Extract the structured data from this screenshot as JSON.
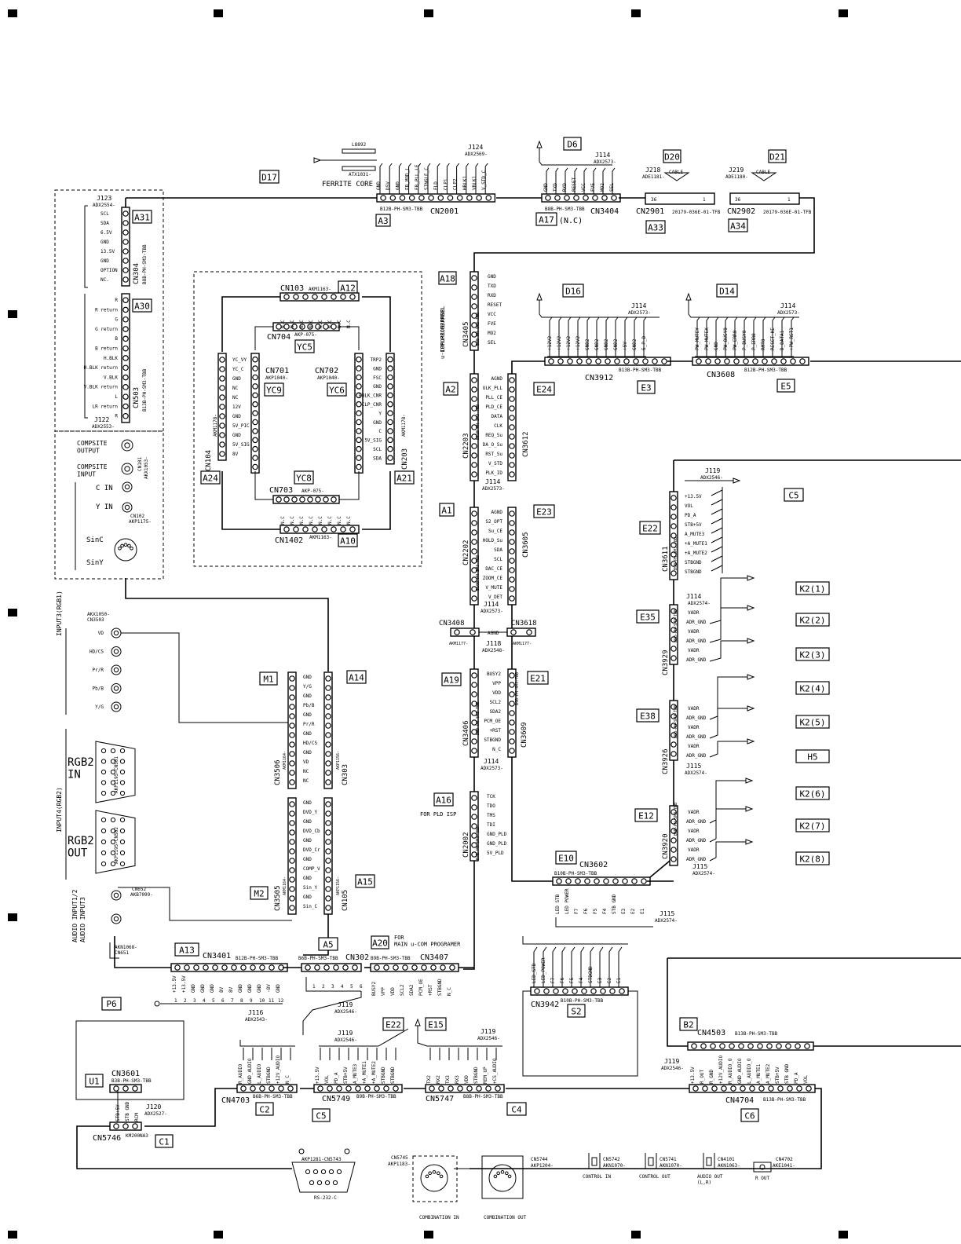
{
  "corner_marks": 14,
  "top": {
    "d17": "D17",
    "l8892": "L8892",
    "ferrite_code": "ATX1031-",
    "ferrite_label": "FERRITE CORE",
    "j124": "J124",
    "j124_part": "ADX2569-",
    "a3": "A3",
    "cn2001": "CN2001",
    "cn2001_type": "B12B-PH-SM3-TBB",
    "cn2001_sigs": [
      "GND",
      "D5V",
      "GND",
      "FB_MOD_L",
      "FB_PLL_LE",
      "SINGLE_C",
      "FLD",
      "CLP1",
      "CLP2",
      "HBLK1",
      "VBLK1",
      "V_STD_C"
    ],
    "d6": "D6",
    "j114_d6": "J114",
    "j114_d6_part": "ADX2573-",
    "d6_sigs": [
      "GND",
      "TXD",
      "RXD",
      "RESET",
      "VCC",
      "FVE",
      "MO2",
      "SEL"
    ],
    "cn3404": "CN3404",
    "cn3404_type": "B8B-PH-SM3-TBB",
    "a17": "A17",
    "a17_nc": "(N.C)",
    "d20": "D20",
    "d21": "D21",
    "j218": "J218",
    "j218_part": "ADE1181-",
    "j219": "J219",
    "j219_part": "ADE1180-",
    "cable": "CABLE",
    "pin36": "36",
    "pin1": "1",
    "cn2901": "CN2901",
    "cn2902": "CN2902",
    "cn29_type": "20179-036E-01-TFB",
    "a33": "A33",
    "a34": "A34"
  },
  "left": {
    "j123": "J123",
    "j123_part": "ADX2554-",
    "a31": "A31",
    "cn304": "CN304",
    "cn304_type": "B8B-PH-SM3-TBB",
    "a31_sigs": [
      "SCL",
      "SDA",
      "6.5V",
      "GND",
      "13.5V",
      "GND",
      "OPTION",
      "NC."
    ],
    "a30": "A30",
    "cn503": "CN503",
    "cn503_type": "B13B-PH-SM3-TBB",
    "a30_sigs": [
      "R",
      "R return",
      "G",
      "G return",
      "B",
      "B return",
      "H.BLK",
      "H.BLK return",
      "V.BLK",
      "V.BLK return",
      "L",
      "LR return",
      "R"
    ],
    "j122": "J122",
    "j122_part": "ADX2553-",
    "compsite_output": "COMPSITE\nOUTPUT",
    "compsite_input": "COMPSITE\nINPUT",
    "c_in": "C IN",
    "y_in": "Y IN",
    "cn101": "CN101",
    "cn101_part": "AKX1053-",
    "cn102": "CN102",
    "cn102_part": "AKP1175-",
    "sinc": "SinC",
    "siny": "SinY",
    "input3": "INPUT3(RGB1)",
    "akx1050": "AKX1050-",
    "cn3503": "CN3503",
    "rgb1_sigs": [
      "VD",
      "HD/CS",
      "Pr/R",
      "Pb/B",
      "Y/G"
    ],
    "input4": "INPUT4(RGB2)",
    "rgb2_in": "RGB2\nIN",
    "rgb2_out": "RGB2\nOUT",
    "cn501": "AKP1195-CN501",
    "cn502": "AKP1195-CN502",
    "audio_input": "AUDIO INPUT1/2",
    "audio_input3": "AUDIO INPUT3",
    "cn652": "CN652",
    "cn652_part": "AKB7099-",
    "akn1068": "AKN1068-",
    "cn651": "CN651"
  },
  "block_a": {
    "cn103": "CN103",
    "cn103_part": "AKM1163-",
    "a12": "A12",
    "cn704": "CN704",
    "cn704_part": "AKP-075-",
    "yc5": "YC5",
    "cn701": "CN701",
    "cn701_part": "AKP1040-",
    "yc9": "YC9",
    "cn702": "CN702",
    "cn702_part": "AKP1040-",
    "yc6": "YC6",
    "cn104": "CN104",
    "cn104_part": "AKM1178-",
    "cn104_sigs": [
      "YC_VY",
      "YC_C",
      "GND",
      "NC",
      "NC",
      "12V",
      "GND",
      "5V_PIC",
      "GND",
      "5V_SIG",
      "8V"
    ],
    "cn203": "CN203",
    "cn203_part": "AKM1178-",
    "cn203_sigs": [
      "TRP2",
      "GND",
      "FSC",
      "GND",
      "HBLK_CNR",
      "CLP_CNR",
      "Y",
      "GND",
      "C",
      "5V_SIG",
      "SCL",
      "SDA"
    ],
    "a24": "A24",
    "a21": "A21",
    "yc8": "YC8",
    "cn703": "CN703",
    "cn703_part": "AKP-075-",
    "cn1402": "CN1402",
    "cn1402_part": "AKM1163-",
    "a10": "A10",
    "nc": "N.C"
  },
  "center": {
    "a18": "A18",
    "cn3405": "CN3405",
    "cn3405_type": "B8B-PH-SM3-TBB",
    "for_prog": "FOR\nIP u-COM/PANEL\nu-COM PROGRAMER",
    "a18_sigs": [
      "GND",
      "TXD",
      "RXD",
      "RESET",
      "VCC",
      "FVE",
      "MO2",
      "SEL"
    ],
    "a2": "A2",
    "cn2203": "CN2203",
    "cn2203_type": "B11B-PH-SM3-TBB",
    "e24": "E24",
    "cn3612": "CN3612",
    "a2_sigs": [
      "AGND",
      "ULK_PLL",
      "PLL_CE",
      "PLD_CE",
      "DATA",
      "CLK",
      "REQ_Su",
      "DA_O_Su",
      "RST_Su",
      "V_STD",
      "PLK_ID"
    ],
    "j114_a2": "J114",
    "j114_a2_part": "ADX2573-",
    "a1": "A1",
    "cn2202": "CN2202",
    "cn2202_type": "B10B-PH-SM3-TBB",
    "e23": "E23",
    "cn3605": "CN3605",
    "a1_sigs": [
      "AGND",
      "S2_OPT",
      "Su_CE",
      "HOLD_Su",
      "SDA",
      "SCL",
      "DAC_CE",
      "ZOOM_CE",
      "V_MUTE",
      "V_DET"
    ],
    "j114_a1": "J114",
    "j114_a1_part": "ADX2573-",
    "cn3408": "CN3408",
    "cn3618": "CN3618",
    "akm1177": "AKM1177-",
    "agnd": "AGND",
    "j118": "J118",
    "j118_part": "ADX2548-",
    "a19": "A19",
    "cn3406": "CN3406",
    "e21": "E21",
    "cn3609": "CN3609",
    "cn_type9": "B9B-PH-SM3-TBB",
    "a19_sigs": [
      "BUSY2",
      "VPP",
      "VDD",
      "SCL2",
      "SDA2",
      "PCM_OE",
      "+RST",
      "STBGND",
      "N_C"
    ],
    "j114_a19": "J114",
    "j114_a19_part": "ADX2573-",
    "a16": "A16",
    "for_pld": "FOR PLD ISP",
    "cn2002": "CN2002",
    "cn2002_type": "B7B-PH-SM3-TBB",
    "a16_sigs": [
      "TCK",
      "TDO",
      "TMS",
      "TDI",
      "GND_PLD",
      "GND_PLD",
      "5V_PLD"
    ],
    "m1": "M1",
    "a14": "A14",
    "cn3506": "CN3506",
    "cn3506_part": "AKM1164-",
    "cn303": "CN303",
    "cn303_part": "AKP1156-",
    "m1_sigs": [
      "GND",
      "Y/G",
      "GND",
      "Pb/B",
      "GND",
      "Pr/R",
      "GND",
      "HD/CS",
      "GND",
      "VD",
      "NC",
      "NC"
    ],
    "m2": "M2",
    "a15": "A15",
    "cn3505": "CN3505",
    "cn3505_part": "AKM1164-",
    "cn105": "CN105",
    "cn105_part": "AKP1156-",
    "m2_sigs": [
      "GND",
      "DVD_Y",
      "GND",
      "DVD_Cb",
      "GND",
      "DVD_Cr",
      "GND",
      "COMP_V",
      "GND",
      "Sin_Y",
      "GND",
      "Sin_C"
    ]
  },
  "right": {
    "d16": "D16",
    "j114_d16": "J114",
    "j114_d16_part": "ADX2573-",
    "d16_sigs": [
      "+12V2",
      "+12V2",
      "+12V2",
      "+12V2",
      "GND2",
      "GND2",
      "GND2",
      "GND2",
      "+5V",
      "GND2",
      "5_P_D"
    ],
    "cn3912": "CN3912",
    "cn3912_type": "B13B-PH-SM3-TBB",
    "e3": "E3",
    "d14": "D14",
    "j114_d14": "J114",
    "j114_d14_part": "ADX2573-",
    "d14_sigs": [
      "PW_MUTEY",
      "PW_MUTEX",
      "GND",
      "PW_BUSY0",
      "PW_ERR0",
      "P_BUSY0",
      "P_ERR0",
      "RMT0",
      "RESET_KE",
      "D_DATA1",
      "+PW_RST1"
    ],
    "cn3608": "CN3608",
    "cn3608_type": "B12B-PH-SM3-TBB",
    "e5": "E5",
    "j119": "J119",
    "j119_part": "ADX2546-",
    "c5": "C5",
    "e22": "E22",
    "cn3611": "CN3611",
    "cn3611_type": "B9B-PH-SM3-TBB",
    "e22_sigs": [
      "+13.5V",
      "VOL",
      "PD_A",
      "STB+5V",
      "A_MUTE3",
      "+A_MUTE1",
      "+A_MUTE2",
      "STBGND",
      "STBGND"
    ],
    "e35": "E35",
    "cn3929": "CN3929",
    "j114_e35": "J114",
    "j114_e35_part": "ADX2574-",
    "e38": "E38",
    "cn3926": "CN3926",
    "j115_e38": "J115",
    "j115_e38_part": "ADX2574-",
    "e12": "E12",
    "cn3920": "CN3920",
    "j115_e12": "J115",
    "j115_e12_part": "ADX2574-",
    "cn_type6": "B6B-PH-SM3-TBB",
    "vadr": "VADR",
    "adr_gnd": "ADR_GND",
    "k2": [
      "K2(1)",
      "K2(2)",
      "K2(3)",
      "K2(4)",
      "K2(5)",
      "H5",
      "K2(6)",
      "K2(7)",
      "K2(8)"
    ],
    "e10": "E10",
    "cn3602": "CN3602",
    "cn3602_type": "B10B-PH-SM3-TBB",
    "e10_sigs": [
      "LED STB",
      "LED POWER",
      "F7",
      "F6",
      "F5",
      "F4",
      "STB GND",
      "E3",
      "E2",
      "E1"
    ],
    "j115_e10": "J115",
    "j115_e10_part": "ADX2574-"
  },
  "bottom": {
    "a13": "A13",
    "cn3401": "CN3401",
    "cn3401_type": "B12B-PH-SM3-TBB",
    "a13_sigs": [
      "+13.5V",
      "+13.5V",
      "GND",
      "GND",
      "GND",
      "8V",
      "8V",
      "GND",
      "GND",
      "GND",
      "-8V",
      "GND"
    ],
    "a5": "A5",
    "cn302": "CN302",
    "cn302_type": "B6B-PH-SM3-TBB",
    "a20": "A20",
    "for_main": "FOR\nMAIN u-COM PROGRAMER",
    "cn3407": "CN3407",
    "cn3407_type": "B9B-PH-SM3-TBB",
    "a20_sigs": [
      "BUSY2",
      "VPP",
      "VDD",
      "SCL2",
      "SDA2",
      "PCM_OE",
      "+RST",
      "STBGND",
      "N_C"
    ],
    "p6": "P6",
    "j116": "J116",
    "j116_part": "ADX2543-",
    "j119_a": "J119",
    "j119_a_part": "ADX2546-",
    "cn3942": "CN3942",
    "cn3942_type": "B10B-PH-SM3-TBB",
    "s2": "S2",
    "s2_sigs": [
      "LED_STB",
      "LED_POWER",
      "F7",
      "F6",
      "F5",
      "F4",
      "STBGND",
      "E3",
      "E2",
      "E1"
    ],
    "e22b": "E22",
    "e15": "E15",
    "j119_b": "J119",
    "j119_b_part": "ADX2546-",
    "j119_c": "J119",
    "j119_c_part": "ADX2546-",
    "u1": "U1",
    "cn3601": "CN3601",
    "cn3601_type": "B3B-PH-SM3-TBB",
    "j120": "J120",
    "j120_part": "ADX2527-",
    "j120_sigs": [
      "STB+5V",
      "STB GND",
      "RCM"
    ],
    "cn5746": "CN5746",
    "cn5746_part": "KM200NA3",
    "c1": "C1",
    "cn4703": "CN4703",
    "cn4703_type": "B6B-PH-SM3-TBB",
    "c2": "C2",
    "c2_sigs": [
      "R_AUDIO",
      "GND_AUDIO",
      "L_AUDIO",
      "STBGND",
      "+12V_AUDIO",
      "N_C"
    ],
    "cn5749": "CN5749",
    "cn5749_type": "B9B-PH-SM3-TBB",
    "c5b": "C5",
    "c5_sigs": [
      "+13.5V",
      "VOL",
      "PD_A",
      "STB+5V",
      "A_MUTE3",
      "+A_MUTE1",
      "+A_MUTE2",
      "STBGND",
      "STBGND"
    ],
    "cn5747": "CN5747",
    "cn5747_type": "B8B-PH-SM3-TBB",
    "c4": "C4",
    "c4_sigs": [
      "TX2",
      "RX2",
      "TX3",
      "RX3",
      "VDD",
      "STBGND",
      "REM_UP",
      "+CS_AUDIO"
    ],
    "b2": "B2",
    "cn4503": "CN4503",
    "cn4503_type": "B13B-PH-SM3-TBB",
    "j119_d": "J119",
    "j119_d_part": "ADX2546-",
    "cn4704": "CN4704",
    "cn4704_type": "B13B-PH-SM3-TBB",
    "c6": "C6",
    "c6_sigs": [
      "+13.5V",
      "R_OUT",
      "R_GND",
      "+12V_AUDIO",
      "R_AUDIO_O",
      "GND_AUDIO",
      "L_AUDIO_O",
      "A_MUTE1",
      "A_MUTE2",
      "STB+5V",
      "STB GND",
      "PD_A",
      "VOL"
    ],
    "cn5743": "AKP1281-CN5743",
    "rs232": "RS-232-C",
    "cn5745": "CN5745",
    "cn5745_part": "AKP1183-",
    "comb_in": "COMBINATION IN",
    "cn5744": "CN5744",
    "cn5744_part": "AKP1204-",
    "comb_out": "COMBINATION OUT",
    "cn5742": "CN5742",
    "cn5742_part": "AKN1070-",
    "control_in": "CONTROL IN",
    "cn5741": "CN5741",
    "cn5741_part": "AKN1070-",
    "control_out": "CONTROL OUT",
    "cn4101": "CN4101",
    "cn4101_part": "AKN1063-",
    "audio_out": "AUDIO OUT\n(L,R)",
    "cn4702": "CN4702",
    "cn4702_part": "AKE1041-",
    "r_out": "R OUT"
  }
}
